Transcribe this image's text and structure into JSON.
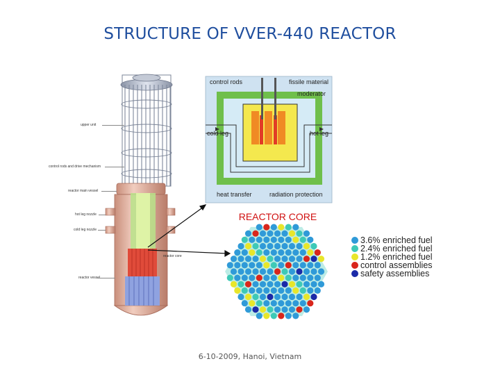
{
  "title": "STRUCTURE OF VVER-440 REACTOR",
  "footer": "6-10-2009, Hanoi, Vietnam",
  "reactor_labels": {
    "upper_unit": "upper unit",
    "control_rods": "control rods and drive mechanism",
    "reactor_main_vessel": "reactor main vessel",
    "hot_leg_nozzle": "hot leg nozzle",
    "cold_leg_nozzle": "cold leg nozzle",
    "reactor_core": "reactor core",
    "reactor_vessel": "reactor vessel"
  },
  "schematic": {
    "control_rods": "control rods",
    "fissile_material": "fissile material",
    "moderator": "moderator",
    "cold_leg": "cold leg",
    "hot_leg": "hot leg",
    "heat_transfer": "heat transfer",
    "radiation_protection": "radiation protection"
  },
  "core_caption": "REACTOR CORE",
  "legend": [
    {
      "label": "3.6% enriched fuel",
      "color": "#2f9ad8"
    },
    {
      "label": "2.4% enriched fuel",
      "color": "#3ec9b7"
    },
    {
      "label": "1.2% enriched fuel",
      "color": "#e8e62a"
    },
    {
      "label": "control assemblies",
      "color": "#d9261c"
    },
    {
      "label": "safety assemblies",
      "color": "#1b2aa8"
    }
  ]
}
